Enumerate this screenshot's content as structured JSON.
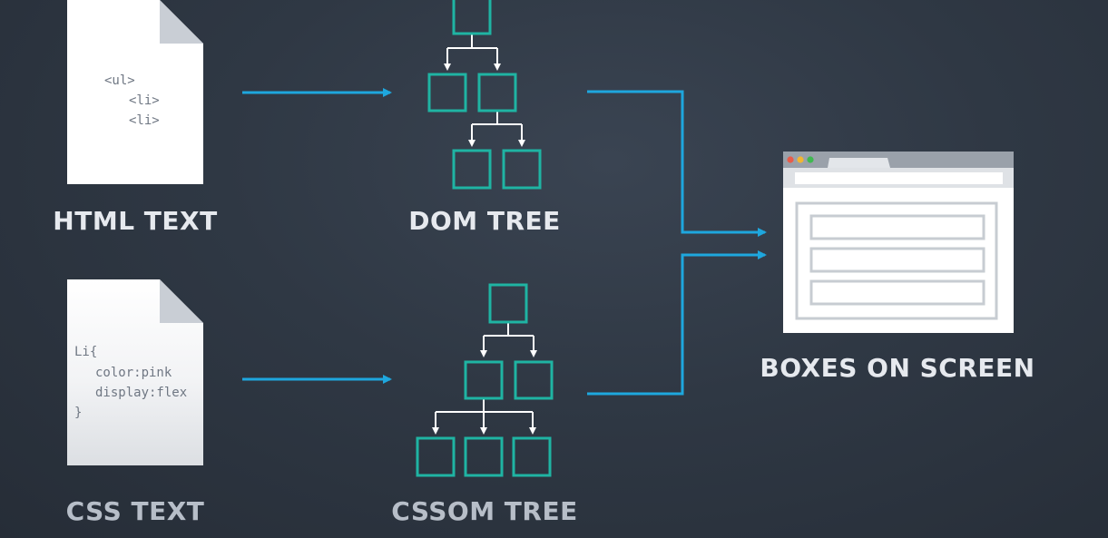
{
  "colors": {
    "background": "#2f3844",
    "arrow": "#1ea7de",
    "node": "#1fb4a3",
    "tree_line": "#ffffff",
    "document": "#ffffff",
    "label": "#e6e9ee",
    "browser_frame": "#c7ccd2"
  },
  "html_doc": {
    "label": "HTML TEXT",
    "code": [
      "<ul>",
      "<li>",
      "<li>"
    ]
  },
  "css_doc": {
    "label": "CSS TEXT",
    "code": [
      "Li{",
      "color:pink",
      "display:flex",
      "}"
    ]
  },
  "dom_tree": {
    "label": "DOM TREE"
  },
  "cssom_tree": {
    "label": "CSSOM TREE"
  },
  "screen": {
    "label": "BOXES ON SCREEN",
    "window_dots": [
      "#e85c4a",
      "#f2b631",
      "#3fb950"
    ]
  }
}
